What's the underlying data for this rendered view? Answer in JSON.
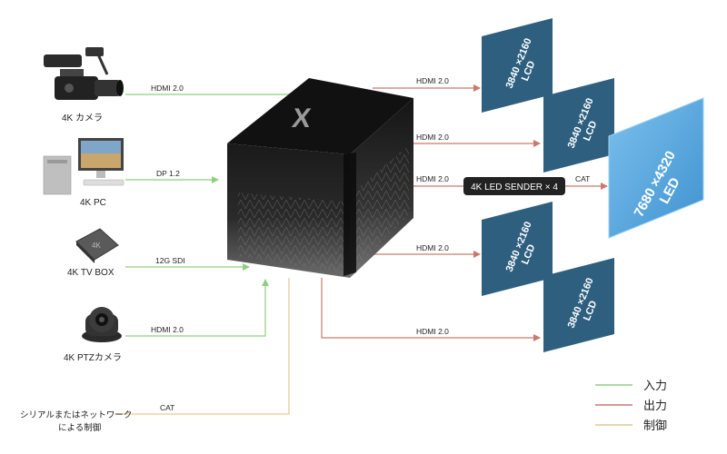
{
  "inputs": {
    "camera_4k": "4K カメラ",
    "pc_4k": "4K PC",
    "tvbox_4k": "4K TV BOX",
    "ptz_camera": "4K PTZカメラ",
    "tvbox_logo": "4K"
  },
  "input_links": {
    "camera": "HDMI 2.0",
    "pc": "DP 1.2",
    "tvbox": "12G SDI",
    "ptz": "HDMI 2.0"
  },
  "control": {
    "source_line1": "シリアルまたはネットワーク",
    "source_line2": "による制御",
    "link": "CAT"
  },
  "device": {
    "logo": "X"
  },
  "outputs": {
    "link1": "HDMI 2.0",
    "link2": "HDMI 2.0",
    "link3": "HDMI 2.0",
    "link4": "HDMI 2.0",
    "link5": "HDMI 2.0",
    "sender": "4K LED SENDER × 4",
    "sender_link": "CAT",
    "lcd_res": "3840 ×2160",
    "lcd_type": "LCD",
    "led_res": "7680 ×4320",
    "led_type": "LED"
  },
  "legend": {
    "input": "入力",
    "output": "出力",
    "control": "制御"
  },
  "colors": {
    "input": "#8fcf7f",
    "output": "#c97a6c",
    "control": "#e6c98a",
    "lcd": "#2e5f7f",
    "led": "#5aa8de"
  }
}
